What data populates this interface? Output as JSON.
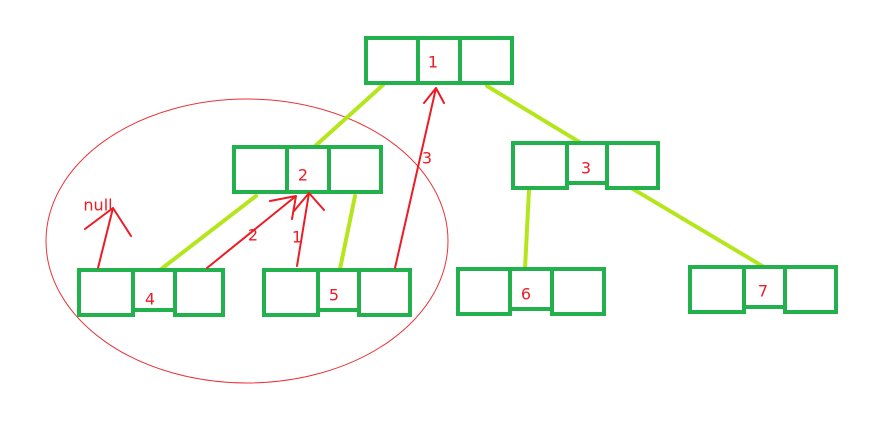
{
  "nodes": [
    {
      "id": "1",
      "label": "1"
    },
    {
      "id": "2",
      "label": "2"
    },
    {
      "id": "3",
      "label": "3"
    },
    {
      "id": "4",
      "label": "4"
    },
    {
      "id": "5",
      "label": "5"
    },
    {
      "id": "6",
      "label": "6"
    },
    {
      "id": "7",
      "label": "7"
    }
  ],
  "pointer_labels": {
    "null": "null",
    "step1": "1",
    "step2": "2",
    "step3": "3"
  },
  "colors": {
    "node_border": "#22b14c",
    "tree_edge": "#b5e61d",
    "pointer": "#ed1c24",
    "ellipse": "#e8343a"
  }
}
